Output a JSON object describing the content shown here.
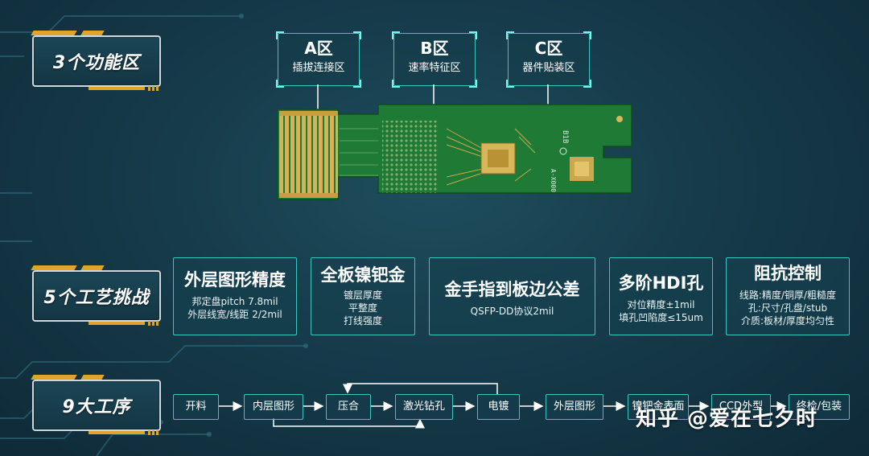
{
  "sections": {
    "zones": "3个功能区",
    "challenges": "5个工艺挑战",
    "process": "9大工序"
  },
  "zones": [
    {
      "title": "A区",
      "subtitle": "插拔连接区"
    },
    {
      "title": "B区",
      "subtitle": "速率特征区"
    },
    {
      "title": "C区",
      "subtitle": "器件贴装区"
    }
  ],
  "board": {
    "silk_1": "B1B",
    "silk_2": "A-X000"
  },
  "challenges": [
    {
      "title": "外层图形精度",
      "lines": [
        "邦定盘pitch 7.8mil",
        "外层线宽/线距 2/2mil"
      ]
    },
    {
      "title": "全板镍钯金",
      "lines": [
        "镀层厚度",
        "平整度",
        "打线强度"
      ]
    },
    {
      "title": "金手指到板边公差",
      "lines": [
        "QSFP-DD协议2mil"
      ]
    },
    {
      "title": "多阶HDI孔",
      "lines": [
        "对位精度±1mil",
        "填孔凹陷度≤15um"
      ]
    },
    {
      "title": "阻抗控制",
      "lines": [
        "线路:精度/铜厚/粗糙度",
        "孔:尺寸/孔盘/stub",
        "介质:板材/厚度均匀性"
      ]
    }
  ],
  "process_steps": [
    "开料",
    "内层图形",
    "压合",
    "激光钻孔",
    "电镀",
    "外层图形",
    "镍钯金表面",
    "CCD外型",
    "终检/包装"
  ],
  "watermark": "知乎 @爱在七夕时",
  "colors": {
    "accent": "#3cc4c2",
    "gold": "#e0a42a",
    "pcb_green": "#1f7a35",
    "background": "#163b4a"
  }
}
